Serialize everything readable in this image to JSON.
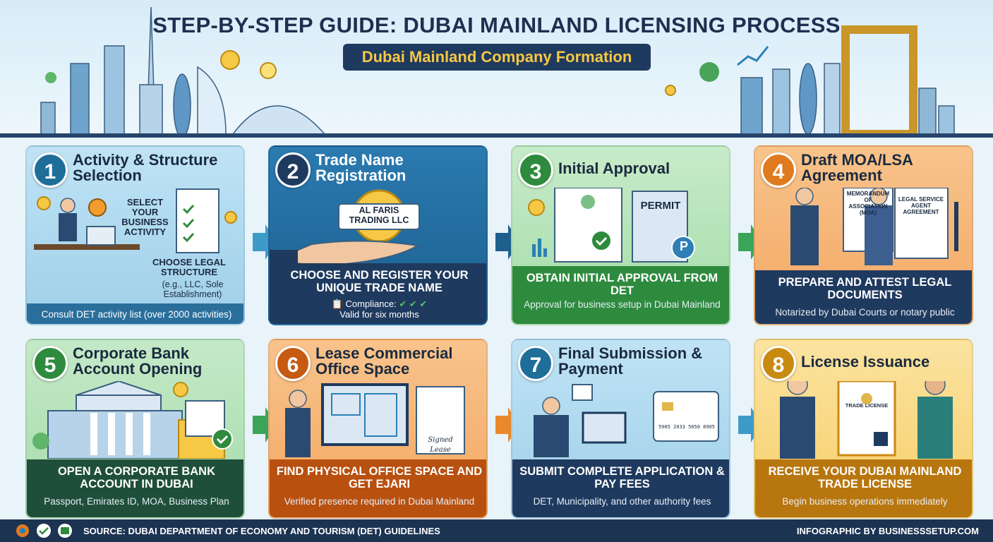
{
  "header": {
    "title": "STEP-BY-STEP GUIDE: DUBAI MAINLAND LICENSING PROCESS",
    "subtitle": "Dubai Mainland Company Formation"
  },
  "colors": {
    "blue": "#1f6e9a",
    "navy": "#1f3a5f",
    "green": "#2e8b3e",
    "orange": "#e07a1f",
    "gold": "#f7c843"
  },
  "steps": [
    {
      "number": "1",
      "title": "Activity & Structure Selection",
      "illustration": {
        "label_a": "SELECT YOUR BUSINESS ACTIVITY",
        "label_b": "CHOOSE LEGAL STRUCTURE",
        "label_c": "(e.g., LLC, Sole Establishment)"
      },
      "note": "Consult DET activity list (over 2000 activities)"
    },
    {
      "number": "2",
      "title": "Trade Name Registration",
      "illustration": {
        "badge": "AL FARIS TRADING LLC",
        "compliance": "Compliance:",
        "validity": "Valid for six months"
      },
      "head": "CHOOSE AND REGISTER YOUR UNIQUE TRADE NAME"
    },
    {
      "number": "3",
      "title": "Initial Approval",
      "illustration": {
        "permit": "PERMIT",
        "parking": "P"
      },
      "head": "OBTAIN INITIAL APPROVAL FROM DET",
      "note": "Approval for business setup in Dubai Mainland"
    },
    {
      "number": "4",
      "title": "Draft MOA/LSA Agreement",
      "illustration": {
        "doc_a": "MEMORANDUM OF ASSOCIATION (MOA)",
        "doc_b": "LEGAL SERVICE AGENT AGREEMENT"
      },
      "head": "PREPARE AND ATTEST LEGAL DOCUMENTS",
      "note": "Notarized by Dubai Courts or notary public"
    },
    {
      "number": "5",
      "title": "Corporate Bank Account Opening",
      "head": "OPEN A CORPORATE BANK ACCOUNT IN DUBAI",
      "note": "Passport, Emirates ID, MOA, Business Plan"
    },
    {
      "number": "6",
      "title": "Lease Commercial Office Space",
      "illustration": {
        "signature": "Signed Lease"
      },
      "head": "FIND PHYSICAL OFFICE SPACE AND GET EJARI",
      "note": "Verified presence required in Dubai Mainland"
    },
    {
      "number": "7",
      "title": "Final Submission & Payment",
      "illustration": {
        "card_number": "5905 2033 5050 8905"
      },
      "head": "SUBMIT COMPLETE APPLICATION & PAY FEES",
      "note": "DET, Municipality, and other authority fees"
    },
    {
      "number": "8",
      "title": "License Issuance",
      "illustration": {
        "certificate": "TRADE LICENSE"
      },
      "head": "RECEIVE YOUR DUBAI MAINLAND TRADE LICENSE",
      "note": "Begin business operations immediately"
    }
  ],
  "footer": {
    "source": "SOURCE: DUBAI DEPARTMENT OF ECONOMY AND TOURISM (DET) GUIDELINES",
    "credit": "INFOGRAPHIC BY BUSINESSSETUP.COM"
  }
}
